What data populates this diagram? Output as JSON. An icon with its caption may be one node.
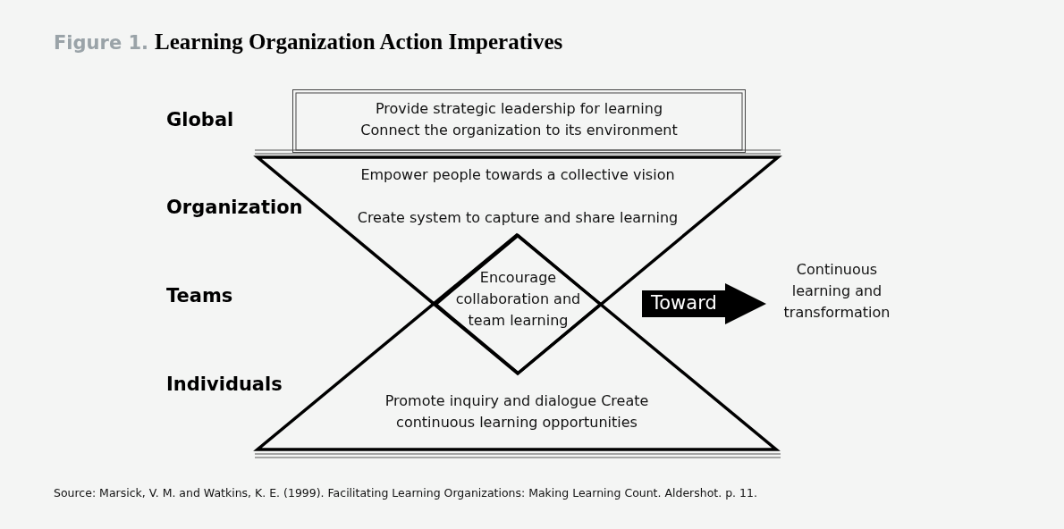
{
  "diagram": {
    "title": "Learning Organization Action Imperatives",
    "caption": "Source: Marsick, V. M. and Watkins, K. E. (1999). Facilitating Learning Organizations: Making Learning Count. Aldershot. p. 11.",
    "nodes": [
      {
        "text": [
          "Provide strategic leadership for learning Connect the organization to its environment"
        ]
      },
      {
        "text": [
          "Empower people towards a collective vision",
          "Create system to capture and share learning"
        ]
      },
      {
        "text": [
          "Encourage collaboration and team learning"
        ]
      },
      {
        "text": [
          "Promote inquiry and dialogue Create continuous learning opportunities"
        ]
      },
      {
        "text": [
          "Continuous learning and transformation"
        ]
      }
    ],
    "edges": [
      {
        "from": null,
        "to": 4,
        "arrow": "to",
        "label": "Toward"
      }
    ],
    "labels": [
      "Figure 1.",
      "Global",
      "Organization",
      "Teams",
      "Individuals"
    ]
  }
}
